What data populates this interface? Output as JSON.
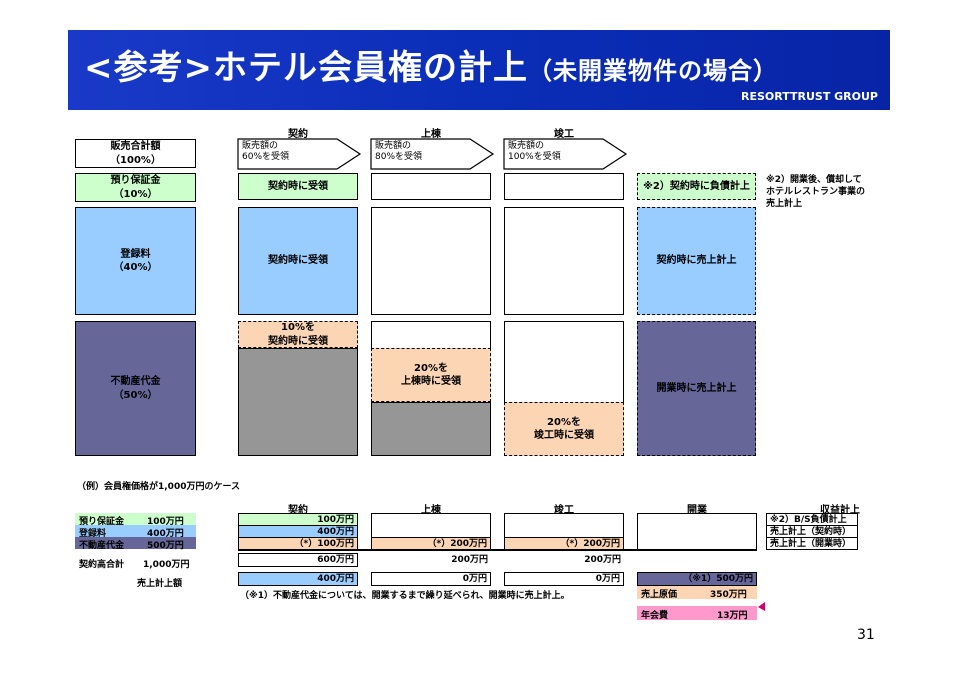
{
  "header": {
    "title": "<参考>ホテル会員権の計上",
    "title_suffix": "（未開業物件の場合）",
    "group": "RESORTTRUST GROUP"
  },
  "phases": [
    "契約",
    "上棟",
    "竣工"
  ],
  "left_labels": {
    "total": "販売合計額\n（100%）",
    "deposit": "預り保証金\n（10%）",
    "registration": "登録料\n（40%）",
    "realestate": "不動産代金\n（50%）"
  },
  "arrows": [
    "販売額の\n60%を受領",
    "販売額の\n80%を受領",
    "販売額の\n100%を受領"
  ],
  "diagram": {
    "deposit_contract": "契約時に受領",
    "deposit_open": "※2）契約時に負債計上",
    "registration_contract": "契約時に受領",
    "registration_open": "契約時に売上計上",
    "re_contract": "10%を\n契約時に受領",
    "re_jotou": "20%を\n上棟時に受領",
    "re_shunko": "20%を\n竣工時に受領",
    "re_open": "開業時に売上計上",
    "note2": "※2）開業後、償却して\nホテルレストラン事業の\n売上計上"
  },
  "example": {
    "caption": "（例）会員権価格が1,000万円のケース",
    "headers": [
      "契約",
      "上棟",
      "竣工",
      "開業",
      "収益計上"
    ],
    "rows": [
      {
        "label": "預り保証金",
        "amount": "100万円",
        "contract": "100万円",
        "jotou": "",
        "shunko": "",
        "recog": "※2）B/S負債計上"
      },
      {
        "label": "登録料",
        "amount": "400万円",
        "contract": "400万円",
        "jotou": "",
        "shunko": "",
        "recog": "売上計上（契約時）"
      },
      {
        "label": "不動産代金",
        "amount": "500万円",
        "contract": "（*）100万円",
        "jotou": "（*）200万円",
        "shunko": "（*）200万円",
        "recog": "売上計上（開業時）"
      }
    ],
    "total_label": "契約高合計",
    "total_amount": "1,000万円",
    "total_contract": "600万円",
    "total_jotou": "200万円",
    "total_shunko": "200万円",
    "sales_label": "売上計上額",
    "sales_contract": "400万円",
    "sales_jotou": "0万円",
    "sales_shunko": "0万円",
    "sales_open": "（※1）500万円",
    "cost_label": "売上原価",
    "cost_value": "350万円",
    "fee_label": "年会費",
    "fee_value": "13万円",
    "footnote": "（※1）不動産代金については、開業するまで繰り延べられ、開業時に売上計上。"
  },
  "page_number": "31",
  "colors": {
    "banner": "#0a2eb8",
    "green": "#ccffcc",
    "blue": "#99ccff",
    "navy": "#666699",
    "orange": "#fcd5b4",
    "grey": "#969696",
    "pink": "#ff99cc"
  }
}
